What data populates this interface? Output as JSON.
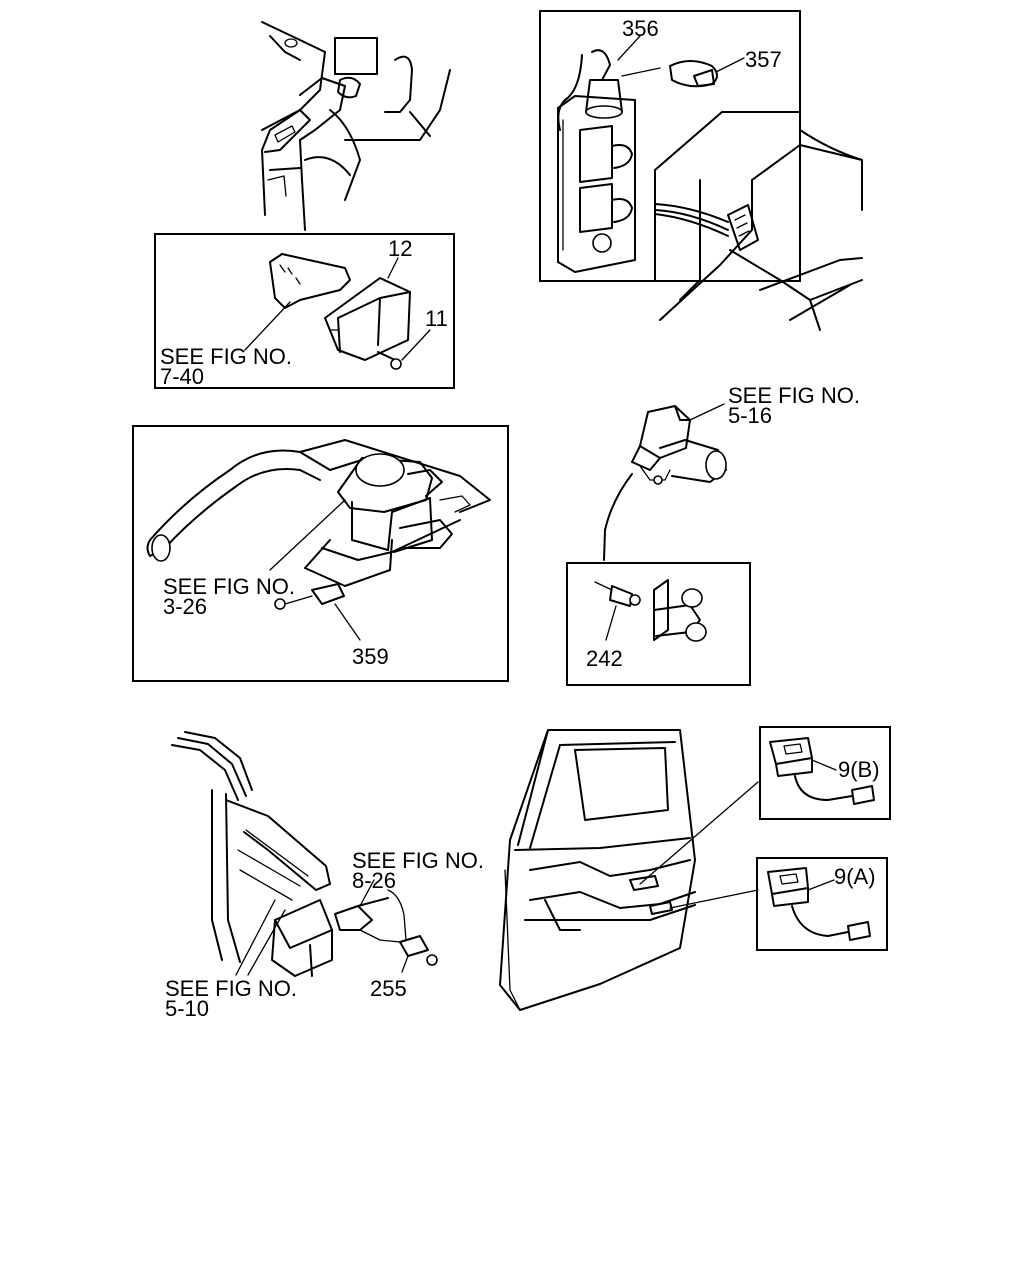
{
  "labels": {
    "p356": "356",
    "p357": "357",
    "p12": "12",
    "p11": "11",
    "see_7_40_a": "SEE FIG NO.",
    "see_7_40_b": "7-40",
    "see_5_16_a": "SEE FIG NO.",
    "see_5_16_b": "5-16",
    "see_3_26_a": "SEE FIG NO.",
    "see_3_26_b": "3-26",
    "p359": "359",
    "p242": "242",
    "p9b": "9(B)",
    "p9a": "9(A)",
    "see_8_26_a": "SEE FIG NO.",
    "see_8_26_b": "8-26",
    "see_5_10_a": "SEE FIG NO.",
    "see_5_10_b": "5-10",
    "p255": "255"
  }
}
